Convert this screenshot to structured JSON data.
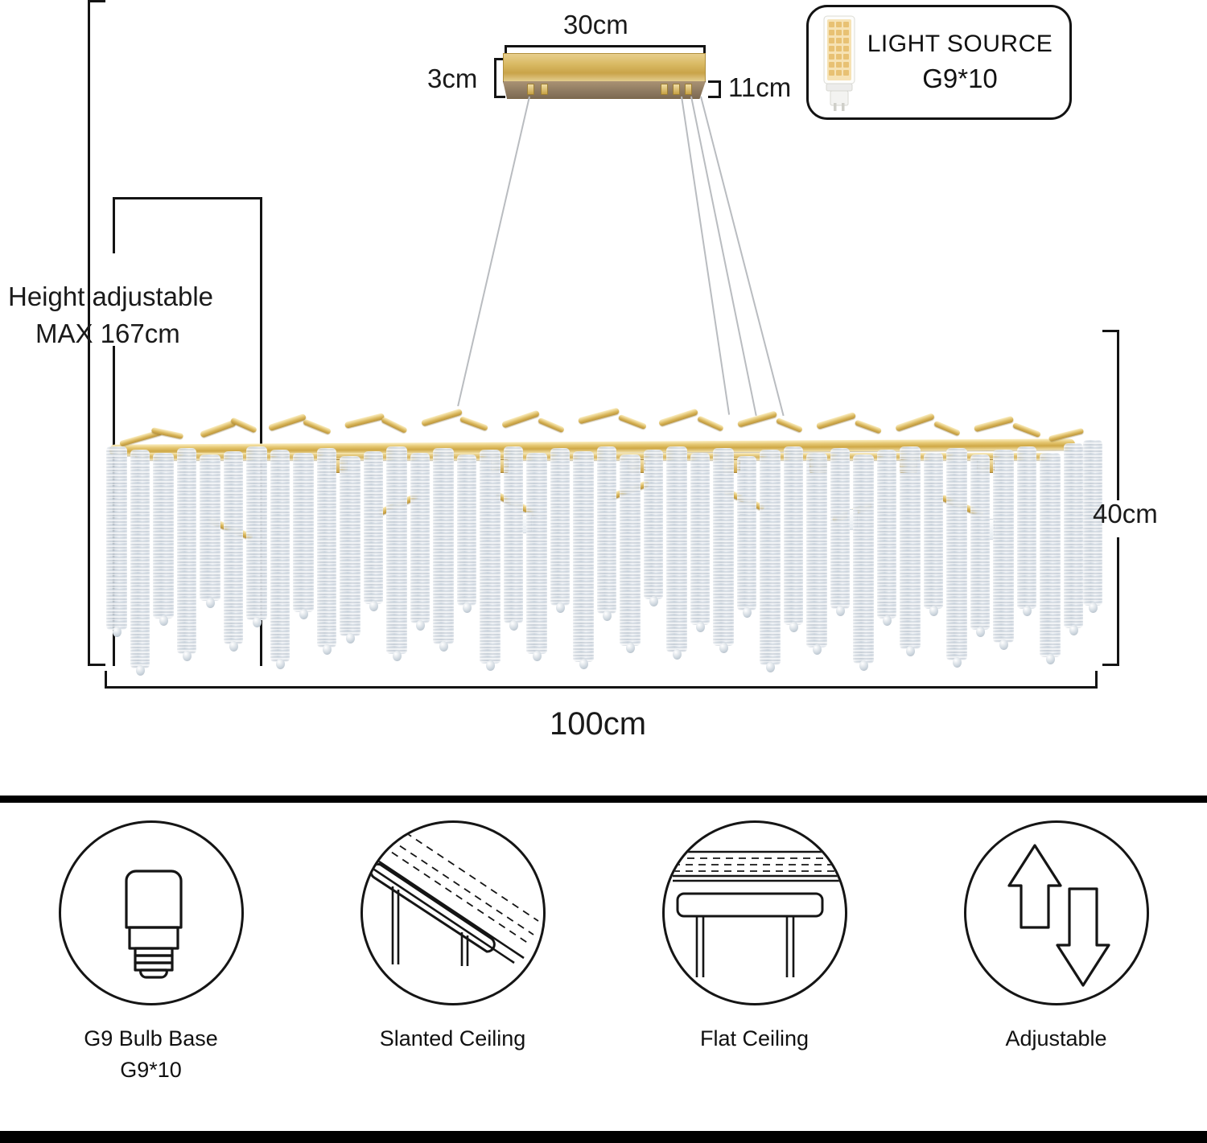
{
  "product": {
    "type": "rectangular crystal branch chandelier",
    "finish_color": "#d4af59",
    "crystal_color": "#dfe6ec"
  },
  "dimensions": {
    "canopy_width": "30cm",
    "canopy_height": "3cm",
    "canopy_depth": "11cm",
    "fixture_height": "40cm",
    "fixture_width": "100cm",
    "adjustable_label_line1": "Height adjustable",
    "adjustable_label_line2": "MAX  167cm"
  },
  "light_source_badge": {
    "title": "LIGHT  SOURCE",
    "model": "G9*10",
    "icon": "g9-led-bulb-icon"
  },
  "features": [
    {
      "id": "g9-bulb-base",
      "icon": "bulb-icon",
      "label_line1": "G9 Bulb Base",
      "label_line2": "G9*10"
    },
    {
      "id": "slanted-ceiling",
      "icon": "slanted-ceiling-icon",
      "label_line1": "Slanted Ceiling",
      "label_line2": ""
    },
    {
      "id": "flat-ceiling",
      "icon": "flat-ceiling-icon",
      "label_line1": "Flat Ceiling",
      "label_line2": ""
    },
    {
      "id": "adjustable",
      "icon": "up-down-arrows-icon",
      "label_line1": "Adjustable",
      "label_line2": ""
    }
  ]
}
